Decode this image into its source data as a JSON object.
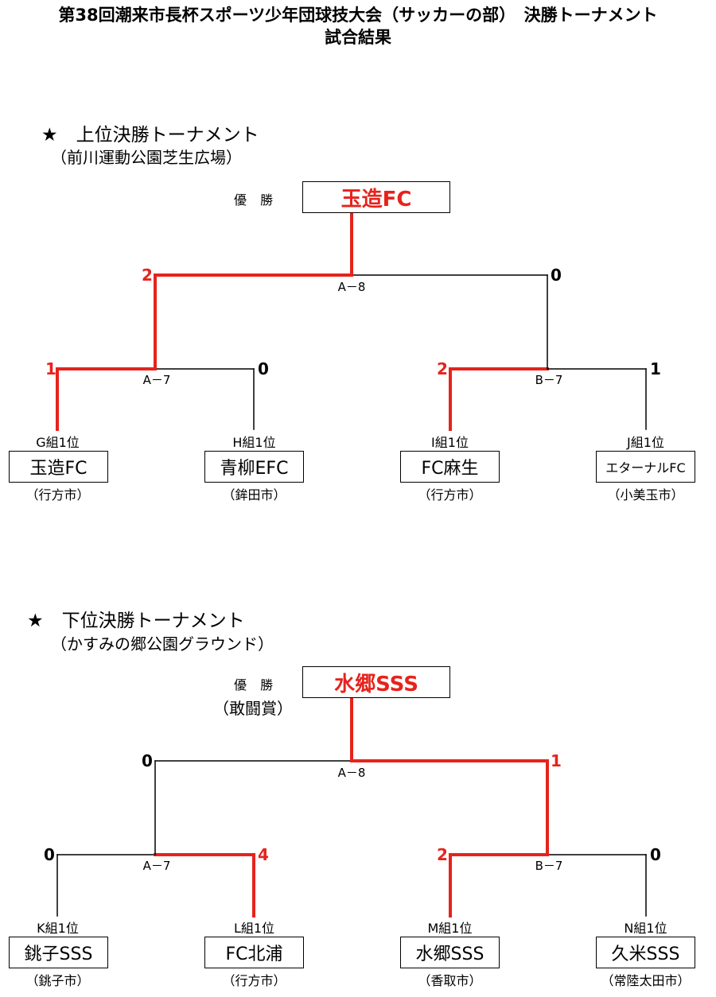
{
  "document": {
    "title_line1": "第38回潮来市長杯スポーツ少年団球技大会（サッカーの部）　決勝トーナメント",
    "title_line2": "試合結果"
  },
  "colors": {
    "winner": "#e6231c",
    "line": "#000000"
  },
  "upper": {
    "heading": "★　上位決勝トーナメント",
    "venue": "（前川運動公園芝生広場）",
    "champion_label": "優 勝",
    "champion": "玉造FC",
    "final": {
      "label": "A－8",
      "left_score": "2",
      "right_score": "0",
      "winner": "left"
    },
    "semis": [
      {
        "label": "A－7",
        "left_score": "1",
        "right_score": "0",
        "winner": "left"
      },
      {
        "label": "B－7",
        "left_score": "2",
        "right_score": "1",
        "winner": "left"
      }
    ],
    "teams": [
      {
        "group": "G組1位",
        "name": "玉造FC",
        "city": "（行方市）"
      },
      {
        "group": "H組1位",
        "name": "青柳EFC",
        "city": "（鉾田市）"
      },
      {
        "group": "I組1位",
        "name": "FC麻生",
        "city": "（行方市）"
      },
      {
        "group": "J組1位",
        "name": "エターナルFC",
        "city": "（小美玉市）"
      }
    ]
  },
  "lower": {
    "heading": "★　下位決勝トーナメント",
    "venue": "（かすみの郷公園グラウンド）",
    "champion_label": "優 勝",
    "champion_sublabel": "（敢闘賞）",
    "champion": "水郷SSS",
    "final": {
      "label": "A－8",
      "left_score": "0",
      "right_score": "1",
      "winner": "right"
    },
    "semis": [
      {
        "label": "A－7",
        "left_score": "0",
        "right_score": "4",
        "winner": "right"
      },
      {
        "label": "B－7",
        "left_score": "2",
        "right_score": "0",
        "winner": "left"
      }
    ],
    "teams": [
      {
        "group": "K組1位",
        "name": "銚子SSS",
        "city": "（銚子市）"
      },
      {
        "group": "L組1位",
        "name": "FC北浦",
        "city": "（行方市）"
      },
      {
        "group": "M組1位",
        "name": "水郷SSS",
        "city": "（香取市）"
      },
      {
        "group": "N組1位",
        "name": "久米SSS",
        "city": "（常陸太田市）"
      }
    ]
  }
}
